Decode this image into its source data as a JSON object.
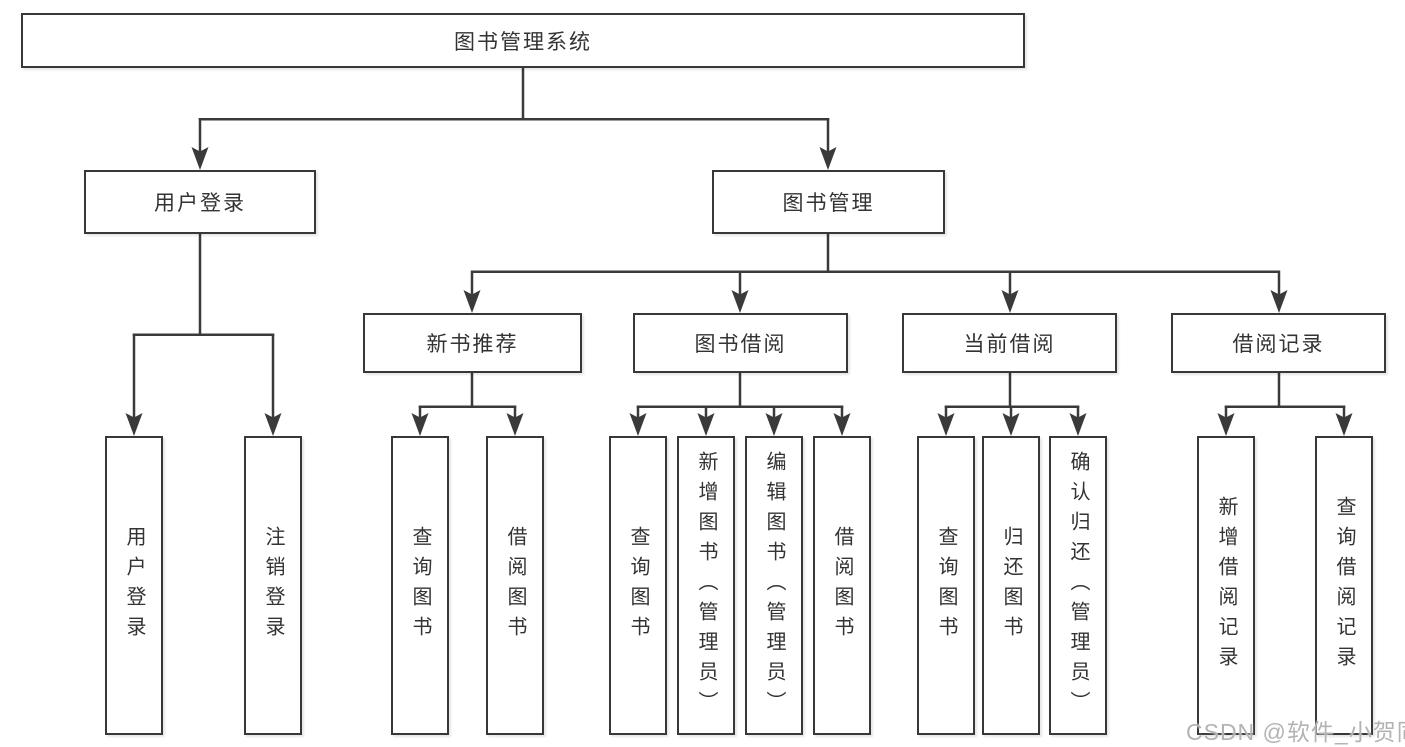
{
  "colors": {
    "line": "#3a3a3a",
    "box_border": "#383838",
    "text": "#333333",
    "watermark": "#b3b3b3",
    "background": "#ffffff"
  },
  "root": {
    "label": "图书管理系统"
  },
  "level2": [
    {
      "label": "用户登录"
    },
    {
      "label": "图书管理"
    }
  ],
  "level3": [
    {
      "label": "新书推荐"
    },
    {
      "label": "图书借阅"
    },
    {
      "label": "当前借阅"
    },
    {
      "label": "借阅记录"
    }
  ],
  "leaves": [
    {
      "label": "用户登录"
    },
    {
      "label": "注销登录"
    },
    {
      "label": "查询图书"
    },
    {
      "label": "借阅图书"
    },
    {
      "label": "查询图书"
    },
    {
      "label": "新增图书（管理员）"
    },
    {
      "label": "编辑图书（管理员）"
    },
    {
      "label": "借阅图书"
    },
    {
      "label": "查询图书"
    },
    {
      "label": "归还图书"
    },
    {
      "label": "确认归还（管理员）"
    },
    {
      "label": "新增借阅记录"
    },
    {
      "label": "查询借阅记录"
    }
  ],
  "watermark": {
    "label": "CSDN @软件_小贺同学"
  }
}
